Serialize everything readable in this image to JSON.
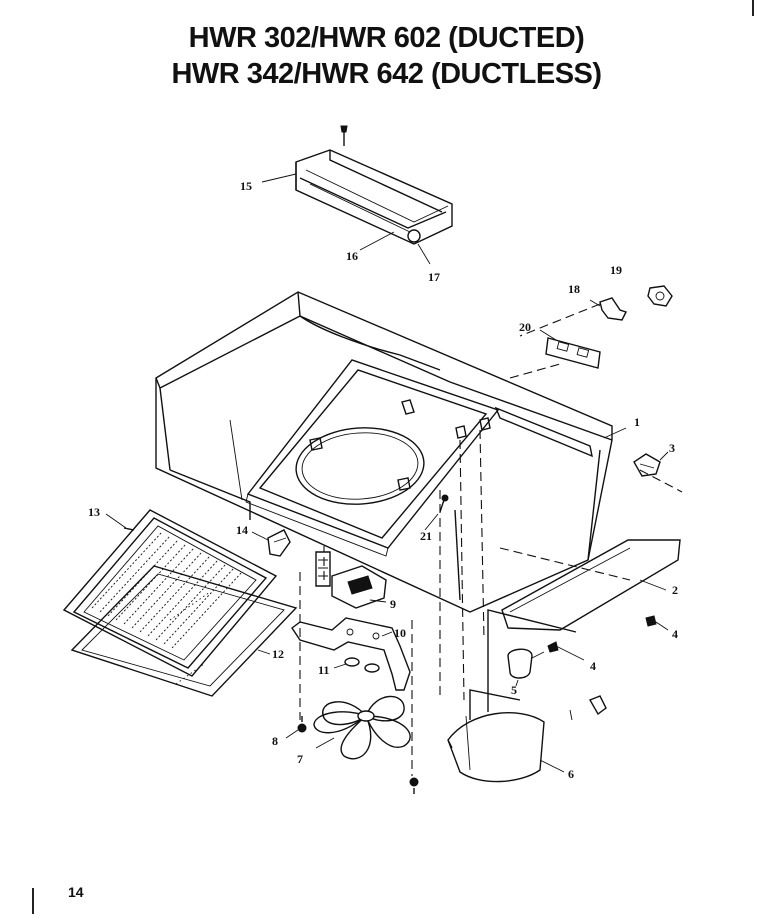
{
  "title": {
    "line1": "HWR 302/HWR 602 (DUCTED)",
    "line2": "HWR 342/HWR 642 (DUCTLESS)"
  },
  "page_number": "14",
  "callouts": [
    "1",
    "2",
    "3",
    "4",
    "4",
    "5",
    "6",
    "7",
    "8",
    "9",
    "10",
    "11",
    "12",
    "13",
    "14",
    "15",
    "16",
    "17",
    "18",
    "19",
    "20",
    "21"
  ]
}
